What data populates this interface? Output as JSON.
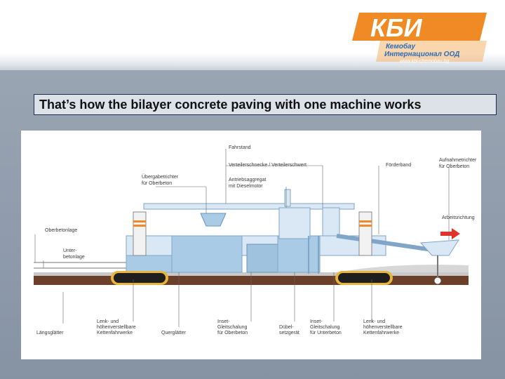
{
  "logo": {
    "brand": "КБИ",
    "company_line1": "Кемобау",
    "company_line2": "Интернационал ООД",
    "website": "www.kbi-chemobau.bg"
  },
  "title": "That’s how the bilayer concrete paving with one machine works",
  "diagram": {
    "labels": {
      "fahrstand": "Fahrstand",
      "verteiler": "Verteilerschnecke / Verteilerschwert",
      "foerderband": "Förderband",
      "aufnahme_1": "Aufnahmetrichter",
      "aufnahme_2": "für Oberbeton",
      "uebergabe_1": "Übergabetrichter",
      "uebergabe_2": "für Oberbeton",
      "antrieb_1": "Antriebsaggregat",
      "antrieb_2": "mit Dieselmotor",
      "arbeitsrichtung": "Arbeitsrichtung",
      "oberbetonlage": "Oberbetonlage",
      "unterbeton_1": "Unter-",
      "unterbeton_2": "betonlage",
      "laengsglaetter": "Längsglätter",
      "lenk_l_1": "Lenk- und",
      "lenk_l_2": "höhenverstellbare",
      "lenk_l_3": "Kettenfahrwerke",
      "querglaetter": "Querglätter",
      "inset_o_1": "Inset-",
      "inset_o_2": "Gleitschalung",
      "inset_o_3": "für Oberbeton",
      "duebel_1": "Dübel-",
      "duebel_2": "setzgerät",
      "inset_u_1": "Inset-",
      "inset_u_2": "Gleitschalung",
      "inset_u_3": "für Unterbeton",
      "lenk_r_1": "Lenk- und",
      "lenk_r_2": "höhenverstellbare",
      "lenk_r_3": "Kettenfahrwerke"
    }
  },
  "colors": {
    "brand_orange": "#f08a24",
    "brand_blue": "#2d6bb5",
    "machine_blue": "#a9cbe6",
    "machine_light": "#d9e8f4",
    "soil_brown": "#6b3f2a",
    "track_yellow": "#e8b53a",
    "arrow_red": "#e2332b"
  }
}
